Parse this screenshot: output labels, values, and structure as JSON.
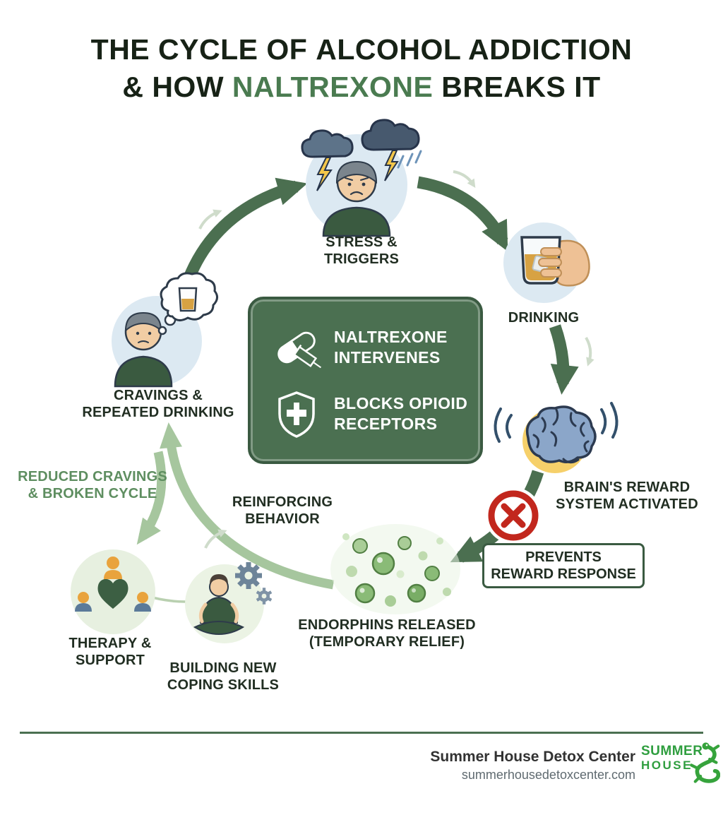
{
  "title": {
    "line1_a": "THE CYCLE OF ",
    "line1_b": "ALCOHOL ADDICTION",
    "line2_a": "& HOW ",
    "line2_b": "NALTREXONE",
    "line2_c": " BREAKS IT"
  },
  "cycle": {
    "stress": "STRESS &\nTRIGGERS",
    "drinking": "DRINKING",
    "brain": "BRAIN'S REWARD\nSYSTEM ACTIVATED",
    "endorphins": "ENDORPHINS RELEASED\n(TEMPORARY RELIEF)",
    "reinforcing": "REINFORCING\nBEHAVIOR",
    "cravings": "CRAVINGS &\nREPEATED DRINKING"
  },
  "intervention": {
    "item1": "NALTREXONE\nINTERVENES",
    "item2": "BLOCKS OPIOID\nRECEPTORS",
    "prevents": "PREVENTS\nREWARD RESPONSE",
    "reduced": "REDUCED CRAVINGS\n& BROKEN CYCLE",
    "therapy": "THERAPY &\nSUPPORT",
    "coping": "BUILDING NEW\nCOPING SKILLS"
  },
  "footer": {
    "name": "Summer House Detox Center",
    "url": "summerhousedetoxcenter.com",
    "logo_top": "SUMMER",
    "logo_bottom": "HOUSE"
  },
  "colors": {
    "dark_green": "#4b6f50",
    "light_green": "#a6c69e",
    "title_green": "#4a7b50",
    "alert_red": "#c2271d",
    "ink": "#212e22"
  },
  "icons": {
    "stress": "storm-clouds-person-icon",
    "drinking": "hand-holding-glass-icon",
    "brain": "brain-waves-icon",
    "blocked": "no-symbol-icon",
    "endorphins": "endorphin-bubbles-icon",
    "cravings": "thought-bubble-drink-icon",
    "therapy": "group-heart-icon",
    "coping": "meditation-gear-icon",
    "naltrexone": "pill-syringe-icon",
    "blocks": "shield-cross-icon",
    "logo": "gecko-icon"
  }
}
